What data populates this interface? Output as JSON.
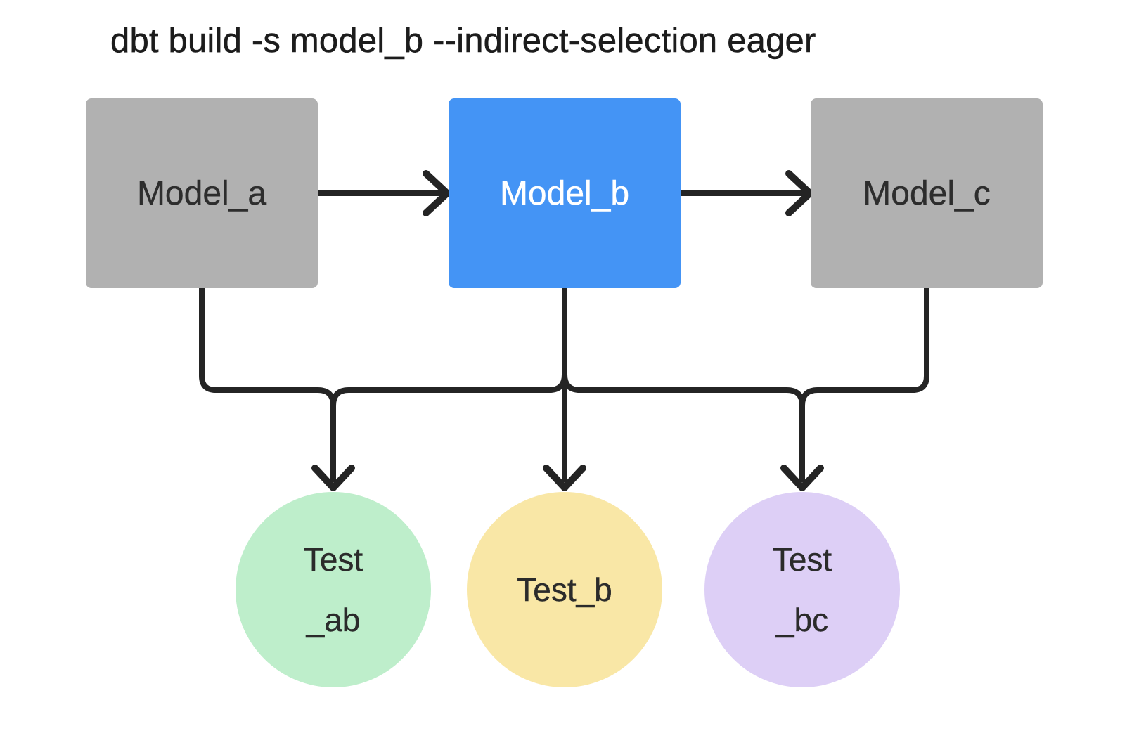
{
  "title": "dbt build -s model_b --indirect-selection eager",
  "nodes": {
    "model_a": {
      "label": "Model_a"
    },
    "model_b": {
      "label": "Model_b"
    },
    "model_c": {
      "label": "Model_c"
    }
  },
  "tests": {
    "test_ab": {
      "line1": "Test",
      "line2": "_ab"
    },
    "test_b": {
      "line1": "Test_b",
      "line2": ""
    },
    "test_bc": {
      "line1": "Test",
      "line2": "_bc"
    }
  },
  "colors": {
    "node_default": "#b1b1b1",
    "node_selected": "#4494f5",
    "node_selected_text": "#ffffff",
    "test_ab": "#beeecb",
    "test_b": "#f9e7a6",
    "test_bc": "#ddcff6",
    "edge": "#242424",
    "text": "#2b2b2b"
  }
}
